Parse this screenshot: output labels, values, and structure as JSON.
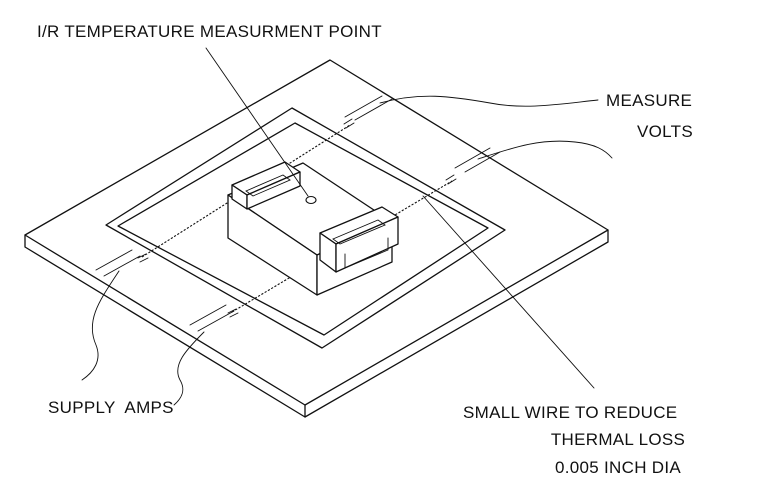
{
  "labels": {
    "ir_point": "I/R TEMPERATURE MEASURMENT POINT",
    "measure_line1": "MEASURE",
    "measure_line2": "VOLTS",
    "supply_amps": "SUPPLY  AMPS",
    "wire_line1": "SMALL WIRE TO REDUCE",
    "wire_line2": "THERMAL LOSS",
    "wire_line3": "0.005 INCH DIA"
  },
  "colors": {
    "ink": "#111111",
    "background": "#ffffff"
  }
}
